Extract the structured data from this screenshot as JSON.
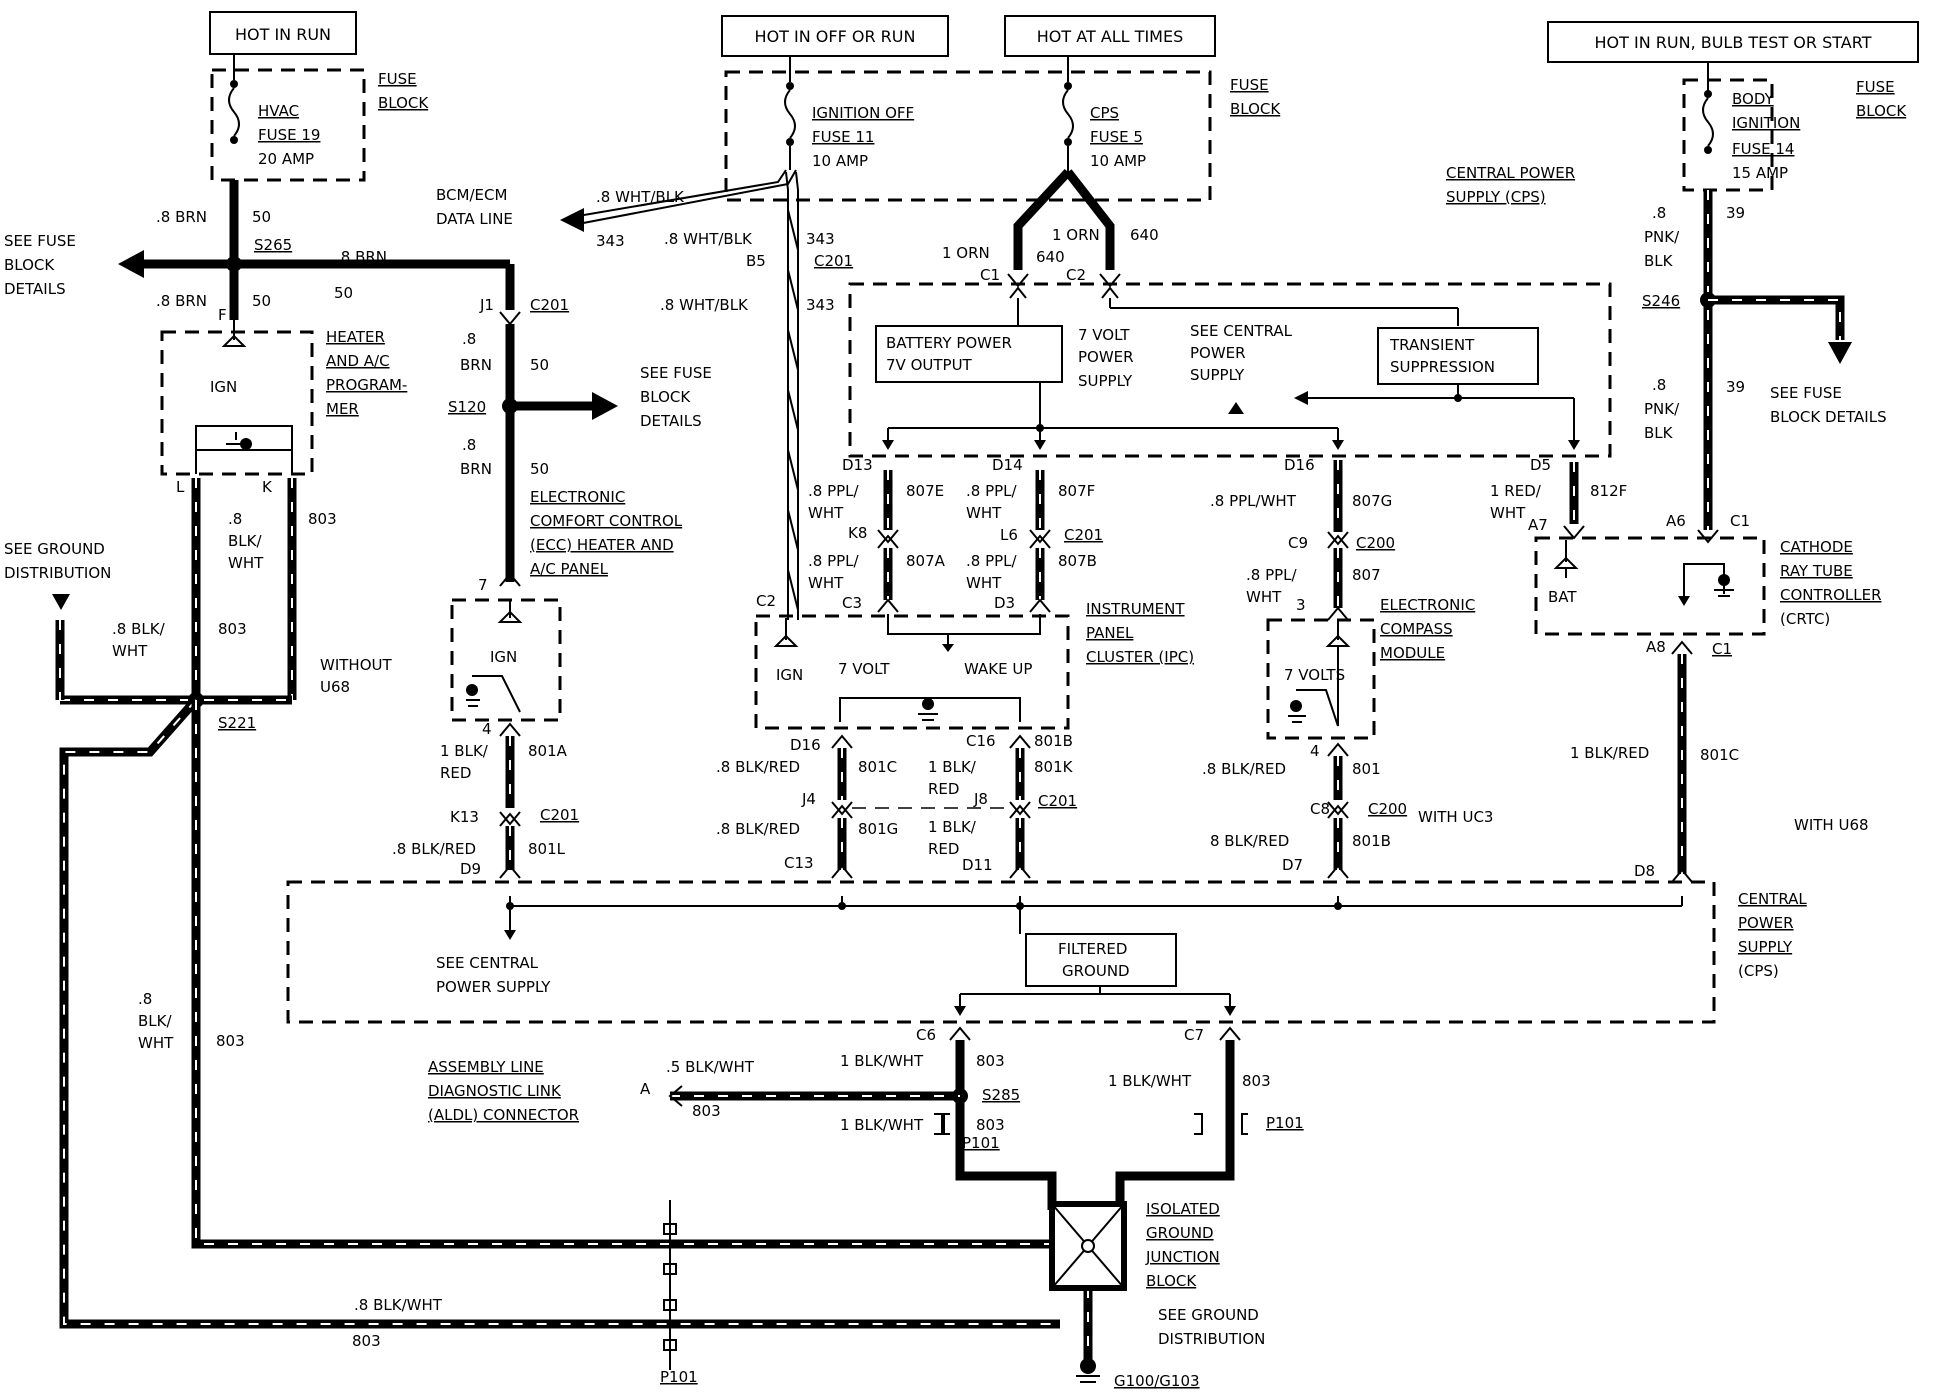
{
  "power_sources": {
    "hot_in_run": "HOT IN RUN",
    "hot_in_off_or_run": "HOT IN OFF OR RUN",
    "hot_at_all_times": "HOT AT ALL TIMES",
    "hot_in_run_bulb_test_or_start": "HOT IN RUN, BULB TEST OR START"
  },
  "fuses": {
    "hvac": [
      "HVAC",
      "FUSE 19",
      "20 AMP"
    ],
    "ignition_off": [
      "IGNITION OFF",
      "FUSE 11",
      "10 AMP"
    ],
    "cps": [
      "CPS",
      "FUSE 5",
      "10 AMP"
    ],
    "body_ignition": [
      "BODY",
      "IGNITION",
      "FUSE 14",
      "15 AMP"
    ],
    "fuse_block": [
      "FUSE",
      "BLOCK"
    ]
  },
  "modules": {
    "heater_ac_programmer": [
      "HEATER",
      "AND A/C",
      "PROGRAM-",
      "MER"
    ],
    "ecc_panel": [
      "ELECTRONIC",
      "COMFORT CONTROL",
      "(ECC) HEATER AND",
      "A/C PANEL"
    ],
    "ipc": [
      "INSTRUMENT",
      "PANEL",
      "CLUSTER (IPC)"
    ],
    "compass": [
      "ELECTRONIC",
      "COMPASS",
      "MODULE"
    ],
    "crtc": [
      "CATHODE",
      "RAY TUBE",
      "CONTROLLER",
      "(CRTC)"
    ],
    "cps_top": [
      "CENTRAL POWER",
      "SUPPLY (CPS)"
    ],
    "cps_bottom": [
      "CENTRAL",
      "POWER",
      "SUPPLY",
      "(CPS)"
    ],
    "battery_power": [
      "BATTERY POWER",
      "7V OUTPUT"
    ],
    "seven_volt_supply": [
      "7 VOLT",
      "POWER",
      "SUPPLY"
    ],
    "see_central_power_supply": [
      "SEE CENTRAL",
      "POWER",
      "SUPPLY"
    ],
    "transient": [
      "TRANSIENT",
      "SUPPRESSION"
    ],
    "filtered_ground": [
      "FILTERED",
      "GROUND"
    ],
    "isolated_ground": [
      "ISOLATED",
      "GROUND",
      "JUNCTION",
      "BLOCK"
    ],
    "aldl": [
      "ASSEMBLY LINE",
      "DIAGNOSTIC LINK",
      "(ALDL) CONNECTOR"
    ]
  },
  "notes": {
    "see_fuse_block_details": [
      "SEE FUSE",
      "BLOCK",
      "DETAILS"
    ],
    "see_fuse_block_details_right": [
      "SEE FUSE",
      "BLOCK DETAILS"
    ],
    "see_ground_distribution": [
      "SEE GROUND",
      "DISTRIBUTION"
    ],
    "see_central_power_supply_bottom": [
      "SEE CENTRAL",
      "POWER SUPPLY"
    ],
    "bcm_ecm_data_line": [
      "BCM/ECM",
      "DATA LINE"
    ],
    "without_u68": [
      "WITHOUT",
      "U68"
    ],
    "with_uc3": "WITH UC3",
    "with_u68": "WITH U68",
    "g100_g103": "G100/G103"
  },
  "inner_labels": {
    "ign": "IGN",
    "seven_volt": "7 VOLT",
    "wake_up": "WAKE UP",
    "seven_volts": "7 VOLTS",
    "bat": "BAT"
  },
  "wire_labels": {
    "brn_08": ".8 BRN",
    "w50": "50",
    "s265": "S265",
    "j1": "J1",
    "c201": "C201",
    "f": "F",
    "k": "K",
    "l": "L",
    "s120": "S120",
    "brn_08_stack": [
      ".8",
      "BRN"
    ],
    "w803": "803",
    "blk_wht_stack": [
      ".8",
      "BLK/",
      "WHT"
    ],
    "blk_wht_stack2": [
      ".8 BLK/",
      "WHT"
    ],
    "s221": "S221",
    "wht_blk_08": ".8 WHT/BLK",
    "w343": "343",
    "b5": "B5",
    "w7": "7",
    "w4": "4",
    "blk_red_1": [
      "1 BLK/",
      "RED"
    ],
    "w801a": "801A",
    "k13": "K13",
    "blk_red_08": ".8 BLK/RED",
    "w801l": "801L",
    "d9": "D9",
    "c1": "C1",
    "c2": "C2",
    "orn_1": "1 ORN",
    "w640": "640",
    "d13": "D13",
    "d14": "D14",
    "d16": "D16",
    "d5": "D5",
    "ppl_wht": [
      ".8 PPL/",
      "WHT"
    ],
    "ppl_wht_08": ".8 PPL/WHT",
    "w807e": "807E",
    "w807f": "807F",
    "w807a": "807A",
    "w807b": "807B",
    "w807g": "807G",
    "w807": "807",
    "k8": "K8",
    "l6": "L6",
    "c3": "C3",
    "d3": "D3",
    "c9": "C9",
    "c200": "C200",
    "w3": "3",
    "red_wht_1": [
      "1 RED/",
      "WHT"
    ],
    "w812f": "812F",
    "a7": "A7",
    "a6": "A6",
    "a8": "A8",
    "s246": "S246",
    "pnk_blk": [
      ".8",
      "PNK/",
      "BLK"
    ],
    "w39": "39",
    "c16": "C16",
    "w801b": "801B",
    "w801c": "801C",
    "w801k": "801K",
    "w801g": "801G",
    "w801": "801",
    "j4": "J4",
    "j8": "J8",
    "c13": "C13",
    "d11": "D11",
    "c8": "C8",
    "d7": "D7",
    "d8": "D8",
    "blk_red_1_08": "1 BLK/RED",
    "blk_red_8": "8 BLK/RED",
    "c6": "C6",
    "c7": "C7",
    "blk_wht_1": "1 BLK/WHT",
    "blk_wht_05": ".5 BLK/WHT",
    "blk_wht_08": ".8 BLK/WHT",
    "a": "A",
    "s285": "S285",
    "p101": "P101"
  }
}
